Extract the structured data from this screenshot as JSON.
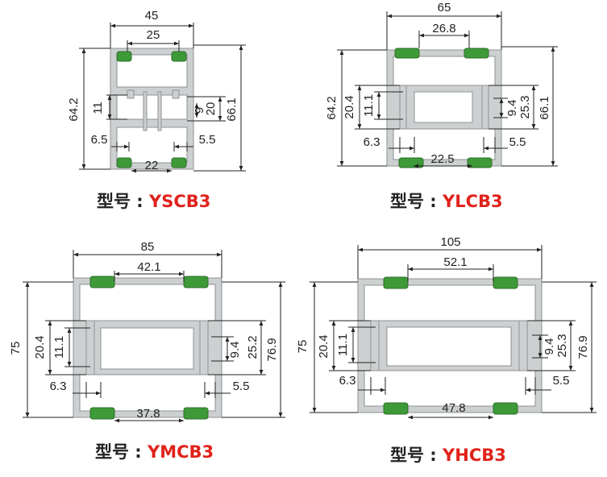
{
  "model_prefix": "型号 : ",
  "colors": {
    "profile_fill": "#cdd0d1",
    "profile_stroke": "#8e9294",
    "seal": "#3e9a38",
    "dim_line": "#222222",
    "model_code": "#e0221b"
  },
  "profiles": [
    {
      "model": "YSCB3",
      "dims": {
        "top_outer": "45",
        "top_inner": "25",
        "left_outer": "64.2",
        "right_outer": "66.1",
        "left_inner": "11",
        "right_inner_a": "9",
        "right_inner_b": "20",
        "bottom_left": "6.5",
        "bottom_right": "5.5",
        "bottom_center": "22"
      }
    },
    {
      "model": "YLCB3",
      "dims": {
        "top_outer": "65",
        "top_inner": "26.8",
        "left_outer": "64.2",
        "right_outer": "66.1",
        "left_mid": "20.4",
        "left_inner": "11.1",
        "right_inner_a": "9.4",
        "right_inner_b": "25.3",
        "bottom_left": "6.3",
        "bottom_right": "5.5",
        "bottom_center": "22.5"
      }
    },
    {
      "model": "YMCB3",
      "dims": {
        "top_outer": "85",
        "top_inner": "42.1",
        "left_outer": "75",
        "right_outer": "76.9",
        "left_mid": "20.4",
        "left_inner": "11.1",
        "right_inner_a": "9.4",
        "right_inner_b": "25.2",
        "bottom_left": "6.3",
        "bottom_right": "5.5",
        "bottom_center": "37.8"
      }
    },
    {
      "model": "YHCB3",
      "dims": {
        "top_outer": "105",
        "top_inner": "52.1",
        "left_outer": "75",
        "right_outer": "76.9",
        "left_mid": "20.4",
        "left_inner": "11.1",
        "right_inner_a": "9.4",
        "right_inner_b": "25.3",
        "bottom_left": "6.3",
        "bottom_right": "5.5",
        "bottom_center": "47.8"
      }
    }
  ]
}
